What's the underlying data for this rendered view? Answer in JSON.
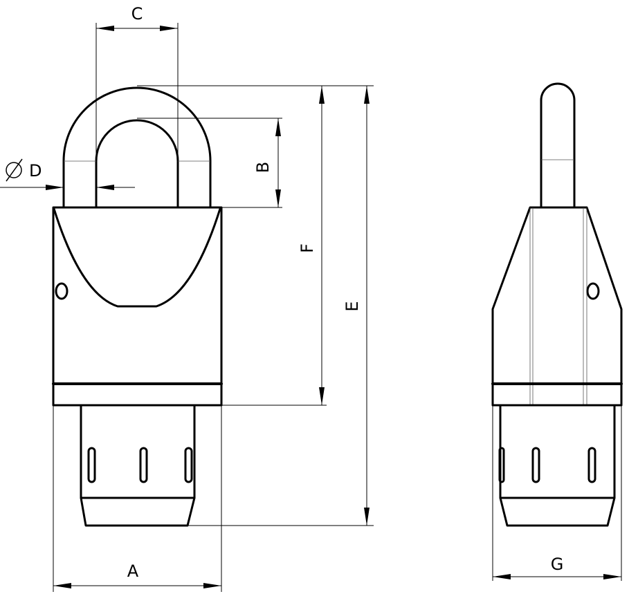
{
  "drawing": {
    "labels": {
      "a": "A",
      "b": "B",
      "c": "C",
      "d": "D",
      "e": "E",
      "f": "F",
      "g": "G"
    }
  }
}
